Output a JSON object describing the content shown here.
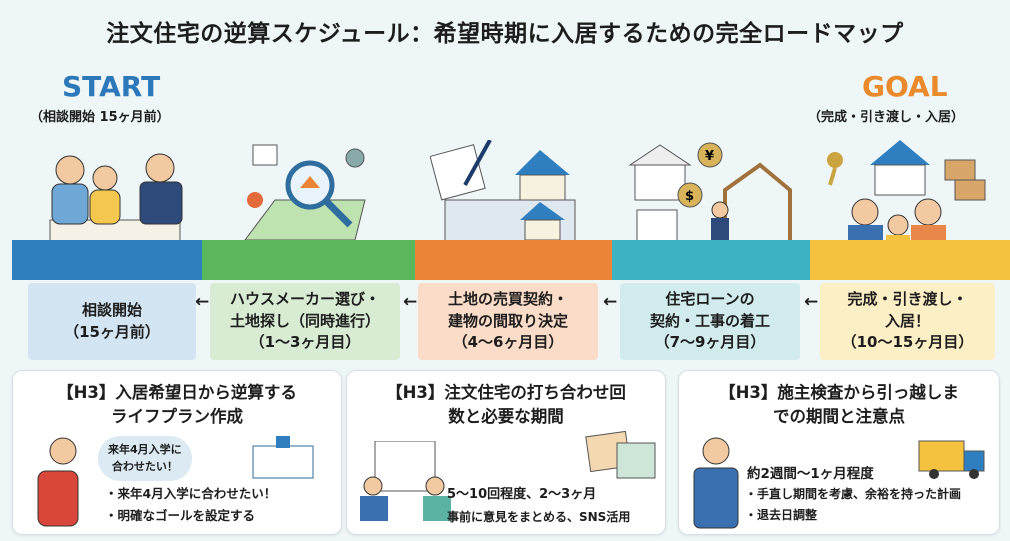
{
  "title": "注文住宅の逆算スケジュール：希望時期に入居するための完全ロードマップ",
  "start": {
    "label": "START",
    "sub": "（相談開始 15ヶ月前）"
  },
  "goal": {
    "label": "GOAL",
    "sub": "（完成・引き渡し・入居）"
  },
  "colors": {
    "blue": "#2f7fc0",
    "green": "#5cb85c",
    "orange": "#ec8437",
    "teal": "#3ab2c0",
    "yellow": "#f4c23f"
  },
  "steps": [
    {
      "line1": "相談開始",
      "line2": "",
      "period": "（15ヶ月前）"
    },
    {
      "line1": "ハウスメーカー選び・",
      "line2": "土地探し（同時進行）",
      "period": "（1〜3ヶ月目）"
    },
    {
      "line1": "土地の売買契約・",
      "line2": "建物の間取り決定",
      "period": "（4〜6ヶ月目）"
    },
    {
      "line1": "住宅ローンの",
      "line2": "契約・工事の着工",
      "period": "（7〜9ヶ月目）"
    },
    {
      "line1": "完成・引き渡し・",
      "line2": "入居！",
      "period": "（10〜15ヶ月目）"
    }
  ],
  "arrow": "←",
  "cards": [
    {
      "title1": "【H3】入居希望日から逆算する",
      "title2": "ライフプラン作成",
      "bubble1": "来年4月入学に",
      "bubble2": "合わせたい！",
      "bullets": [
        "・来年4月入学に合わせたい！",
        "・明確なゴールを設定する"
      ]
    },
    {
      "title1": "【H3】注文住宅の打ち合わせ回",
      "title2": "数と必要な期間",
      "bullets": [
        "5〜10回程度、2〜3ヶ月",
        "事前に意見をまとめる、SNS活用"
      ]
    },
    {
      "title1": "【H3】施主検査から引っ越しま",
      "title2": "での期間と注意点",
      "lead": "約2週間〜1ヶ月程度",
      "bullets": [
        "・手直し期間を考慮、余裕を持った計画",
        "・退去日調整"
      ]
    }
  ],
  "icons": {
    "yen": "¥",
    "dollar": "$"
  }
}
